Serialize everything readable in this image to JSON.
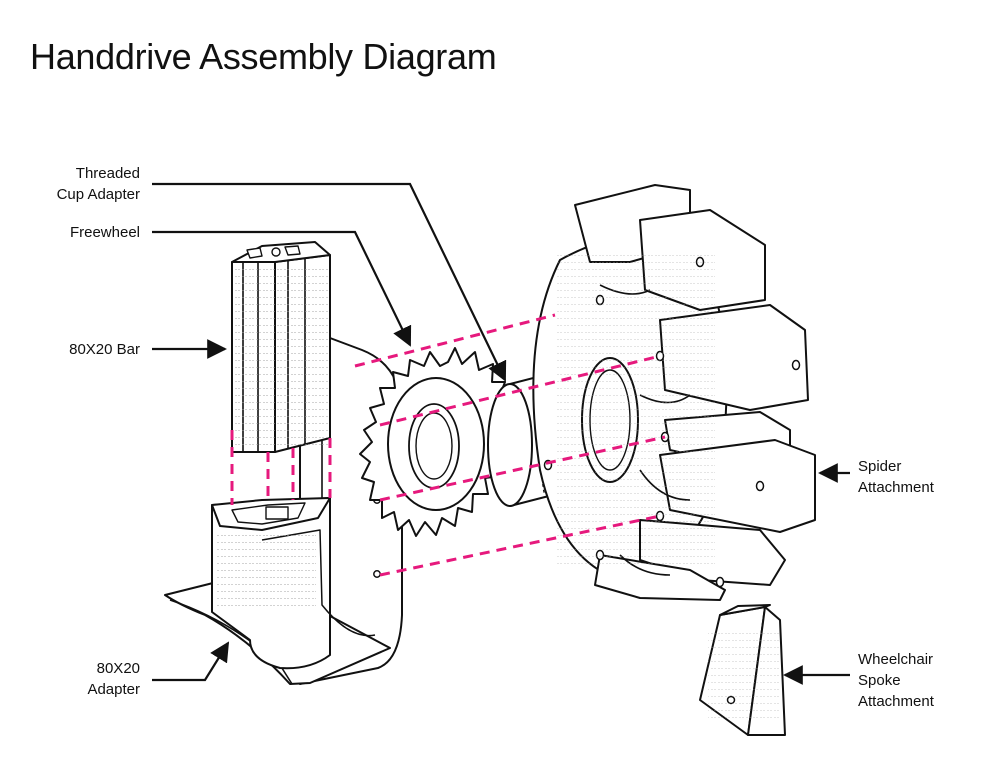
{
  "title": "Handdrive Assembly Diagram",
  "labels": {
    "threaded_cup": [
      "Threaded",
      "Cup Adapter"
    ],
    "freewheel": [
      "Freewheel"
    ],
    "bar": [
      "80X20 Bar"
    ],
    "adapter": [
      "80X20",
      "Adapter"
    ],
    "spider": [
      "Spider",
      "Attachment"
    ],
    "spoke": [
      "Wheelchair",
      "Spoke",
      "Attachment"
    ]
  },
  "colors": {
    "line": "#111111",
    "guide": "#e6197d",
    "hatch": "#9a9a9a"
  }
}
